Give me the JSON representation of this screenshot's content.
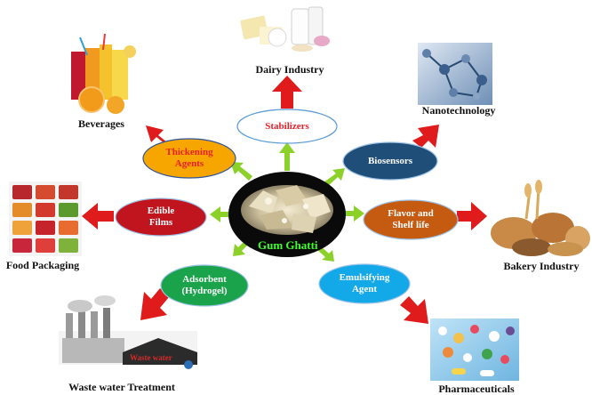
{
  "center": {
    "label": "Gum Ghatti"
  },
  "nodes": {
    "stabilizers": {
      "label": "Stabilizers",
      "fill": "#ffffff",
      "text_color": "#e8212a"
    },
    "thickening": {
      "line1": "Thickening",
      "line2": "Agents",
      "fill": "#f7a600",
      "text_color": "#e8212a"
    },
    "biosensors": {
      "label": "Biosensors",
      "fill": "#1f4e79",
      "text_color": "#ffffff"
    },
    "edible": {
      "line1": "Edible",
      "line2": "Films",
      "fill": "#c0151e",
      "text_color": "#ffffff"
    },
    "flavor": {
      "line1": "Flavor and",
      "line2": "Shelf life",
      "fill": "#c55a11",
      "text_color": "#ffffff"
    },
    "adsorbent": {
      "line1": "Adsorbent",
      "line2": "(Hydrogel)",
      "fill": "#1aa34a",
      "text_color": "#ffffff"
    },
    "emulsifying": {
      "line1": "Emulsifying",
      "line2": "Agent",
      "fill": "#13a8e8",
      "text_color": "#ffffff"
    }
  },
  "applications": {
    "dairy": "Dairy Industry",
    "beverages": "Beverages",
    "nanotechnology": "Nanotechnology",
    "food_packaging": "Food Packaging",
    "bakery": "Bakery Industry",
    "waste_water": "Waste water Treatment",
    "waste_water_sign": "Waste water",
    "pharmaceuticals": "Pharmaceuticals"
  },
  "colors": {
    "green_arrow": "#8cd12a",
    "red_arrow": "#e01b1b",
    "center_fill": "#0a0a0a"
  }
}
